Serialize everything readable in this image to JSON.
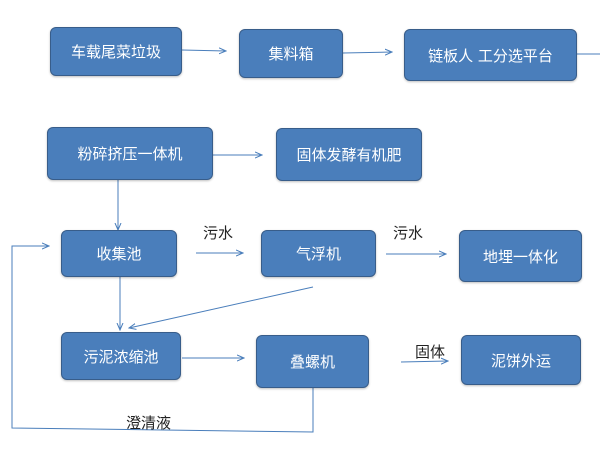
{
  "colors": {
    "node_fill": "#4a7ebb",
    "node_border": "#385d8a",
    "node_text": "#ffffff",
    "arrow": "#4a7ebb",
    "label_text": "#222222"
  },
  "nodes": {
    "truck_waste": "车载尾菜垃圾",
    "collection_box": "集料箱",
    "sorting_platform": "链板人  工分选平台",
    "crusher": "粉碎挤压一体机",
    "organic_fertilizer": "固体发酵有机肥",
    "collection_tank": "收集池",
    "air_flotation": "气浮机",
    "landfill_unit": "地埋一体化",
    "sludge_tank": "污泥浓缩池",
    "screw_press": "叠螺机",
    "sludge_cake": "泥饼外运"
  },
  "edge_labels": {
    "sewage_1": "污水",
    "sewage_2": "污水",
    "solid": "固体",
    "clear_liquid": "澄清液"
  }
}
